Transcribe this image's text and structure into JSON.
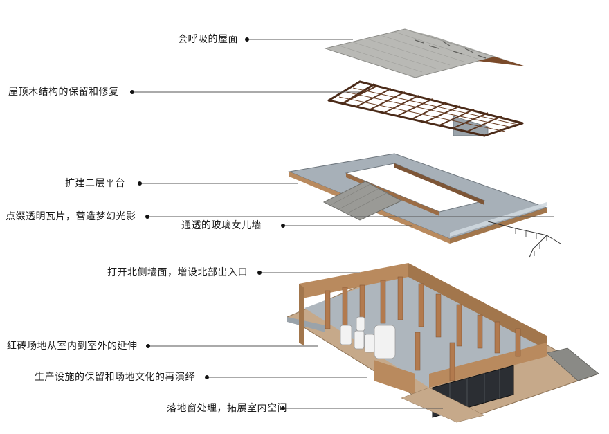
{
  "annotations": [
    {
      "id": "breathing-roof",
      "text": "会呼吸的屋面"
    },
    {
      "id": "roof-timber",
      "text": "屋顶木结构的保留和修复"
    },
    {
      "id": "second-floor-platform",
      "text": "扩建二层平台"
    },
    {
      "id": "translucent-tiles",
      "text": "点缀透明瓦片，营造梦幻光影"
    },
    {
      "id": "glass-parapet",
      "text": "通透的玻璃女儿墙"
    },
    {
      "id": "north-entrance",
      "text": "打开北侧墙面，增设北部出入口"
    },
    {
      "id": "brick-extension",
      "text": "红砖场地从室内到室外的延伸"
    },
    {
      "id": "production-facilities",
      "text": "生产设施的保留和场地文化的再演绎"
    },
    {
      "id": "floor-windows",
      "text": "落地窗处理，拓展室内空间"
    }
  ],
  "colors": {
    "leader": "#555555",
    "dot": "#111111",
    "roof_tile": "#b9b9b5",
    "timber": "#4a2a18",
    "brick": "#b98a5e",
    "steel": "#8c96a0",
    "glass": "#cfd8df",
    "dark_glass": "#2b2e33"
  }
}
